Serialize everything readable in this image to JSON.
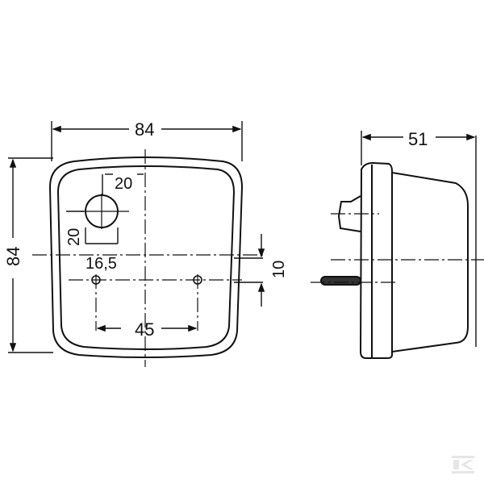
{
  "drawing": {
    "type": "technical-dimension-drawing",
    "views": [
      {
        "name": "front-view",
        "dimensions": {
          "overall_width": "84",
          "overall_height": "84",
          "hole_diameter": "20",
          "hole_offset_vertical": "20",
          "hole_offset_horizontal": "16,5",
          "mounting_hole_spacing": "45",
          "mounting_hole_offset": "10"
        }
      },
      {
        "name": "side-view",
        "dimensions": {
          "depth": "51"
        }
      }
    ],
    "line_color": "#111111",
    "background": "#ffffff"
  },
  "watermark": {
    "icon": "k-logo-icon",
    "color": "#e6e6e6"
  }
}
